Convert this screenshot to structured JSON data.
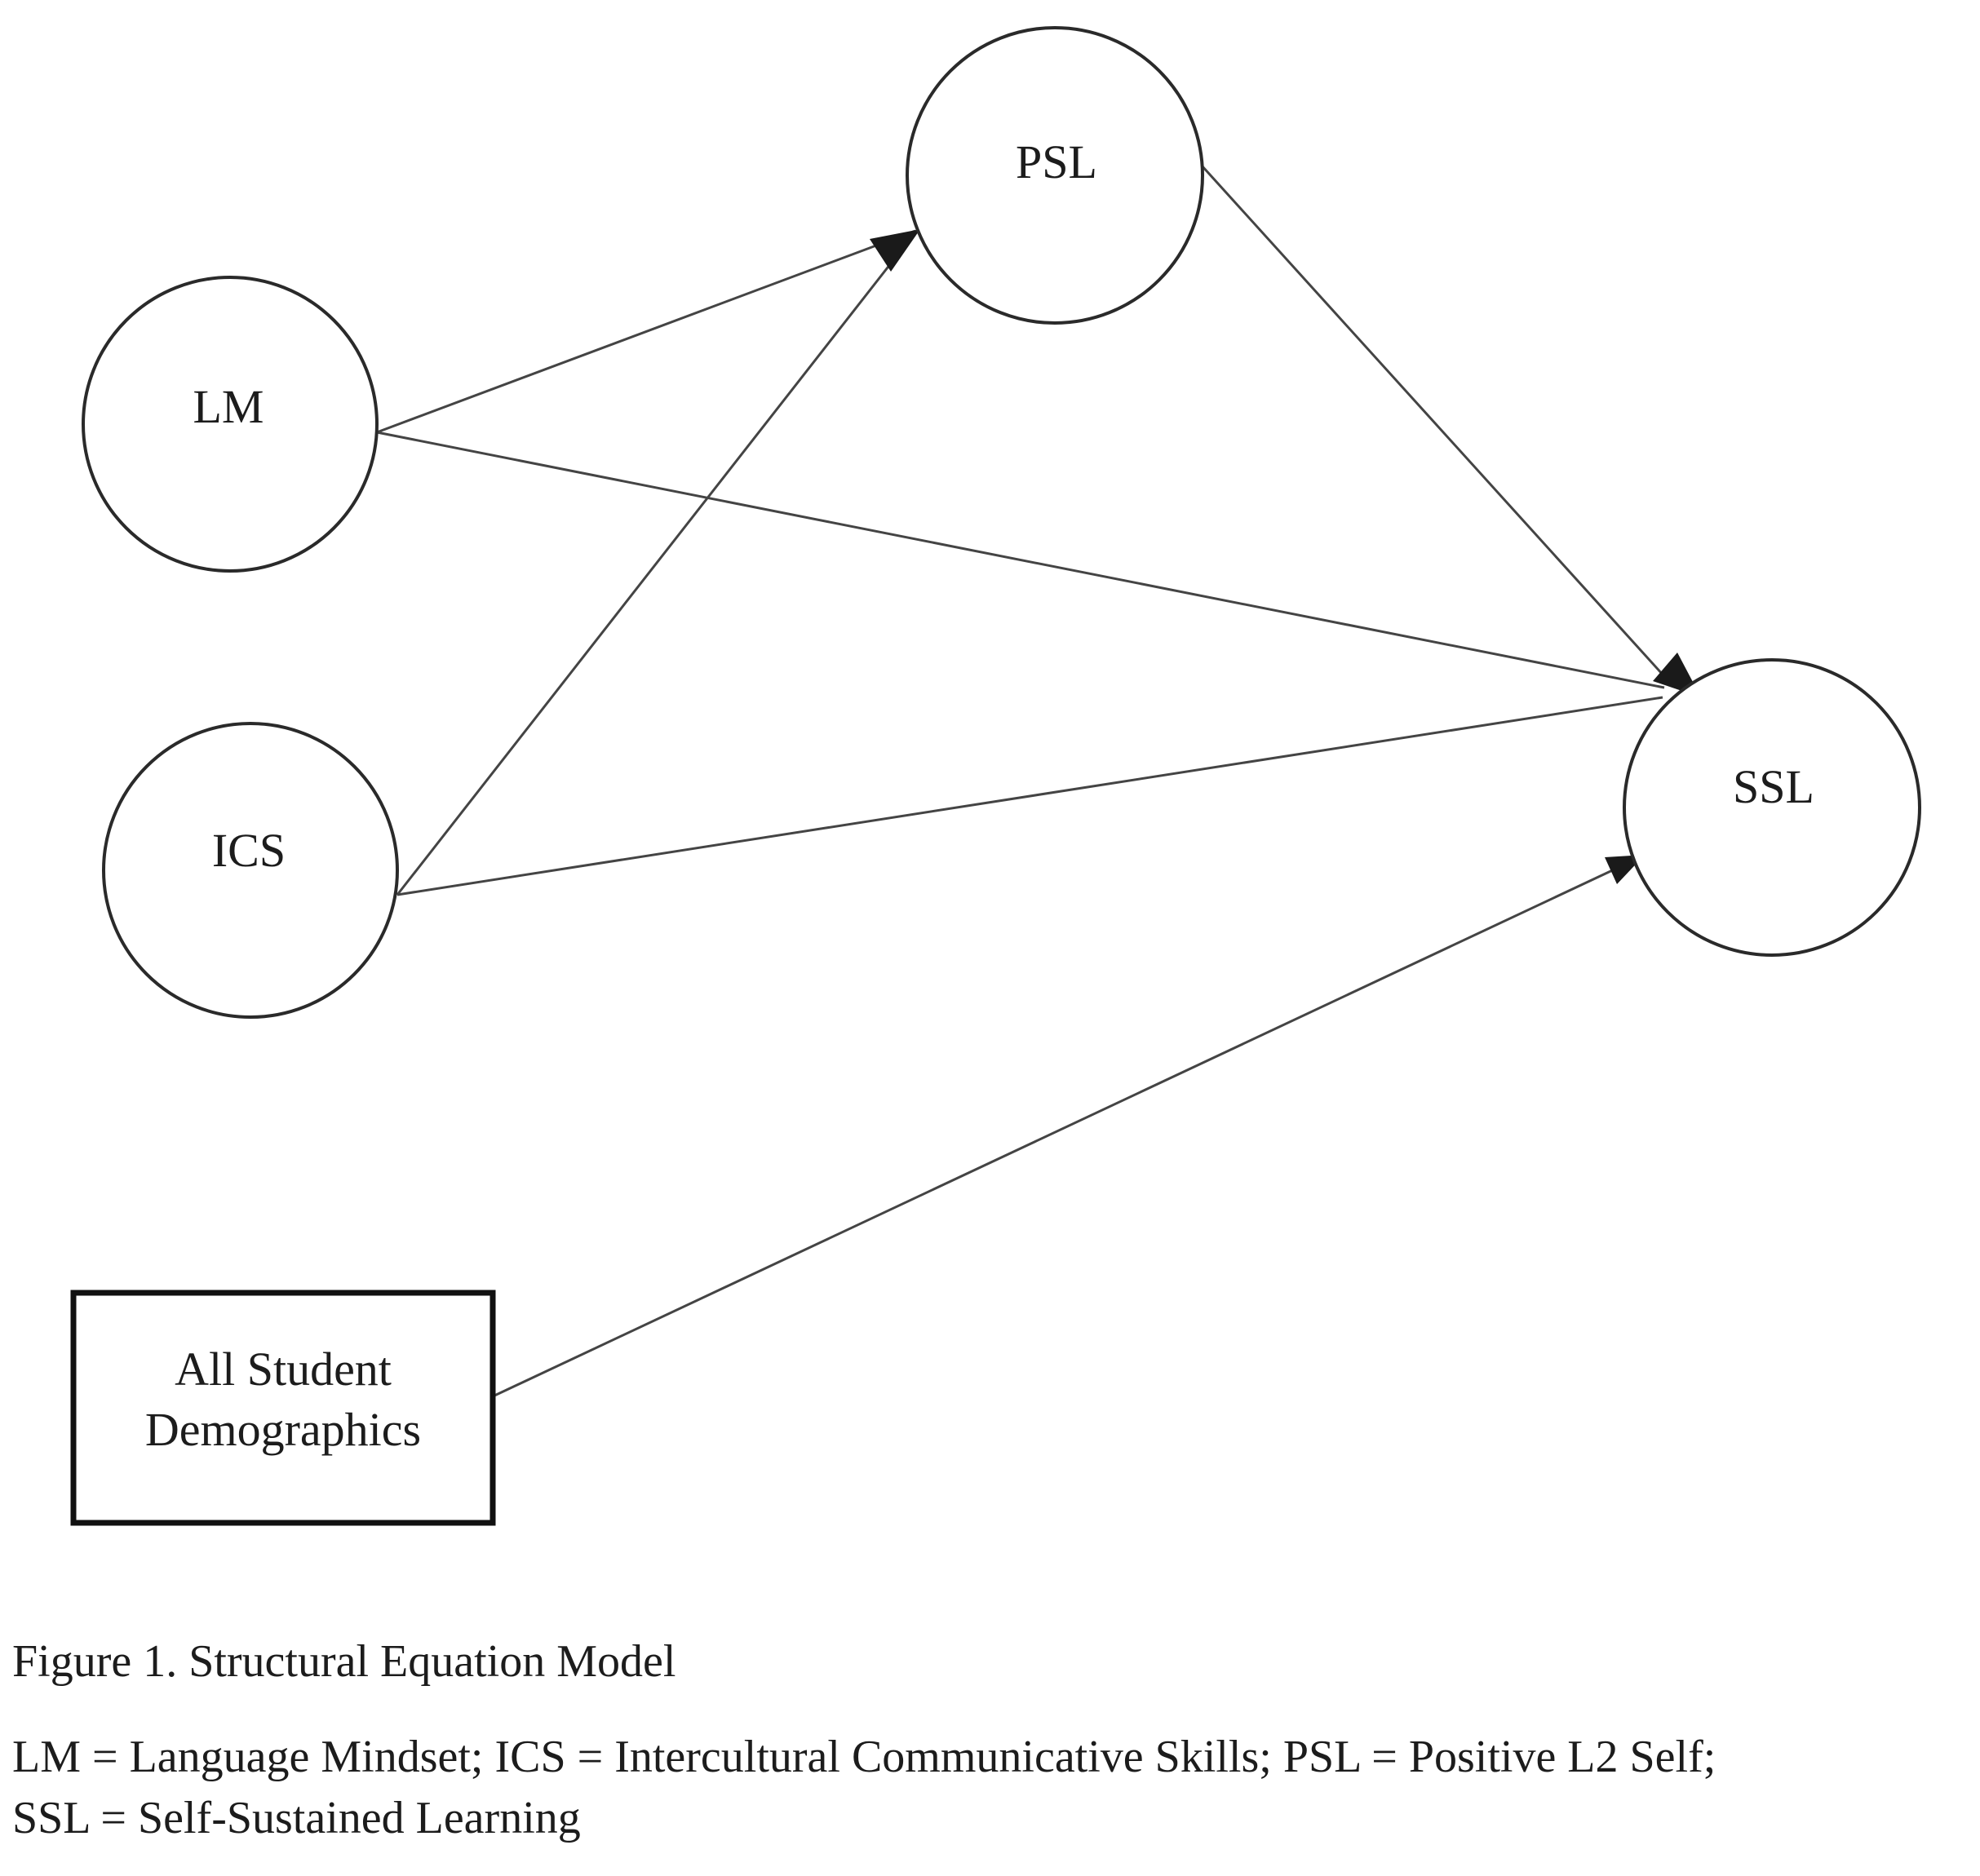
{
  "figure": {
    "nodes": {
      "lm": {
        "label": "LM"
      },
      "ics": {
        "label": "ICS"
      },
      "psl": {
        "label": "PSL"
      },
      "ssl": {
        "label": "SSL"
      },
      "demographics": {
        "line1": "All Student",
        "line2": "Demographics"
      }
    },
    "edges": [
      {
        "from": "LM",
        "to": "PSL",
        "arrow": true
      },
      {
        "from": "ICS",
        "to": "PSL",
        "arrow": true
      },
      {
        "from": "LM",
        "to": "SSL",
        "arrow": true
      },
      {
        "from": "ICS",
        "to": "SSL",
        "arrow": true
      },
      {
        "from": "PSL",
        "to": "SSL",
        "arrow": true
      },
      {
        "from": "All Student Demographics",
        "to": "SSL",
        "arrow": true
      }
    ],
    "caption": "Figure 1. Structural Equation Model",
    "legend": {
      "line1": "LM = Language Mindset; ICS = Intercultural Communicative Skills; PSL = Positive L2 Self;",
      "line2": "SSL = Self-Sustained Learning"
    },
    "colors": {
      "ink": "#1c1c1c",
      "node_stroke": "#2a2a2a",
      "connector": "#444444",
      "background": "#ffffff"
    }
  }
}
